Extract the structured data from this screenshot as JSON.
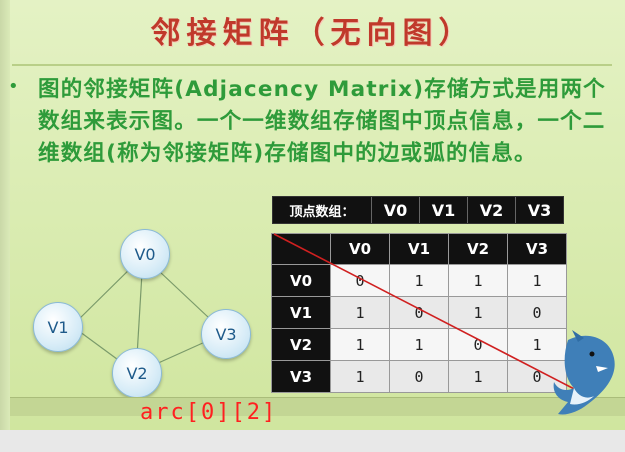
{
  "title": "邻接矩阵（无向图）",
  "bullet": "•",
  "description": "图的邻接矩阵(Adjacency Matrix)存储方式是用两个数组来表示图。一个一维数组存储图中顶点信息，一个二维数组(称为邻接矩阵)存储图中的边或弧的信息。",
  "vertex_array": {
    "label": "顶点数组：",
    "items": [
      "V0",
      "V1",
      "V2",
      "V3"
    ]
  },
  "matrix": {
    "headers": [
      "V0",
      "V1",
      "V2",
      "V3"
    ],
    "rows": [
      {
        "label": "V0",
        "values": [
          "0",
          "1",
          "1",
          "1"
        ]
      },
      {
        "label": "V1",
        "values": [
          "1",
          "0",
          "1",
          "0"
        ]
      },
      {
        "label": "V2",
        "values": [
          "1",
          "1",
          "0",
          "1"
        ]
      },
      {
        "label": "V3",
        "values": [
          "1",
          "0",
          "1",
          "0"
        ]
      }
    ]
  },
  "graph": {
    "nodes": [
      "V0",
      "V1",
      "V2",
      "V3"
    ]
  },
  "handwriting": "arc[0][2]",
  "colors": {
    "title": "#c0392b",
    "text": "#2e9b3a",
    "diagonal": "#d02020",
    "ink": "#ff2020"
  }
}
